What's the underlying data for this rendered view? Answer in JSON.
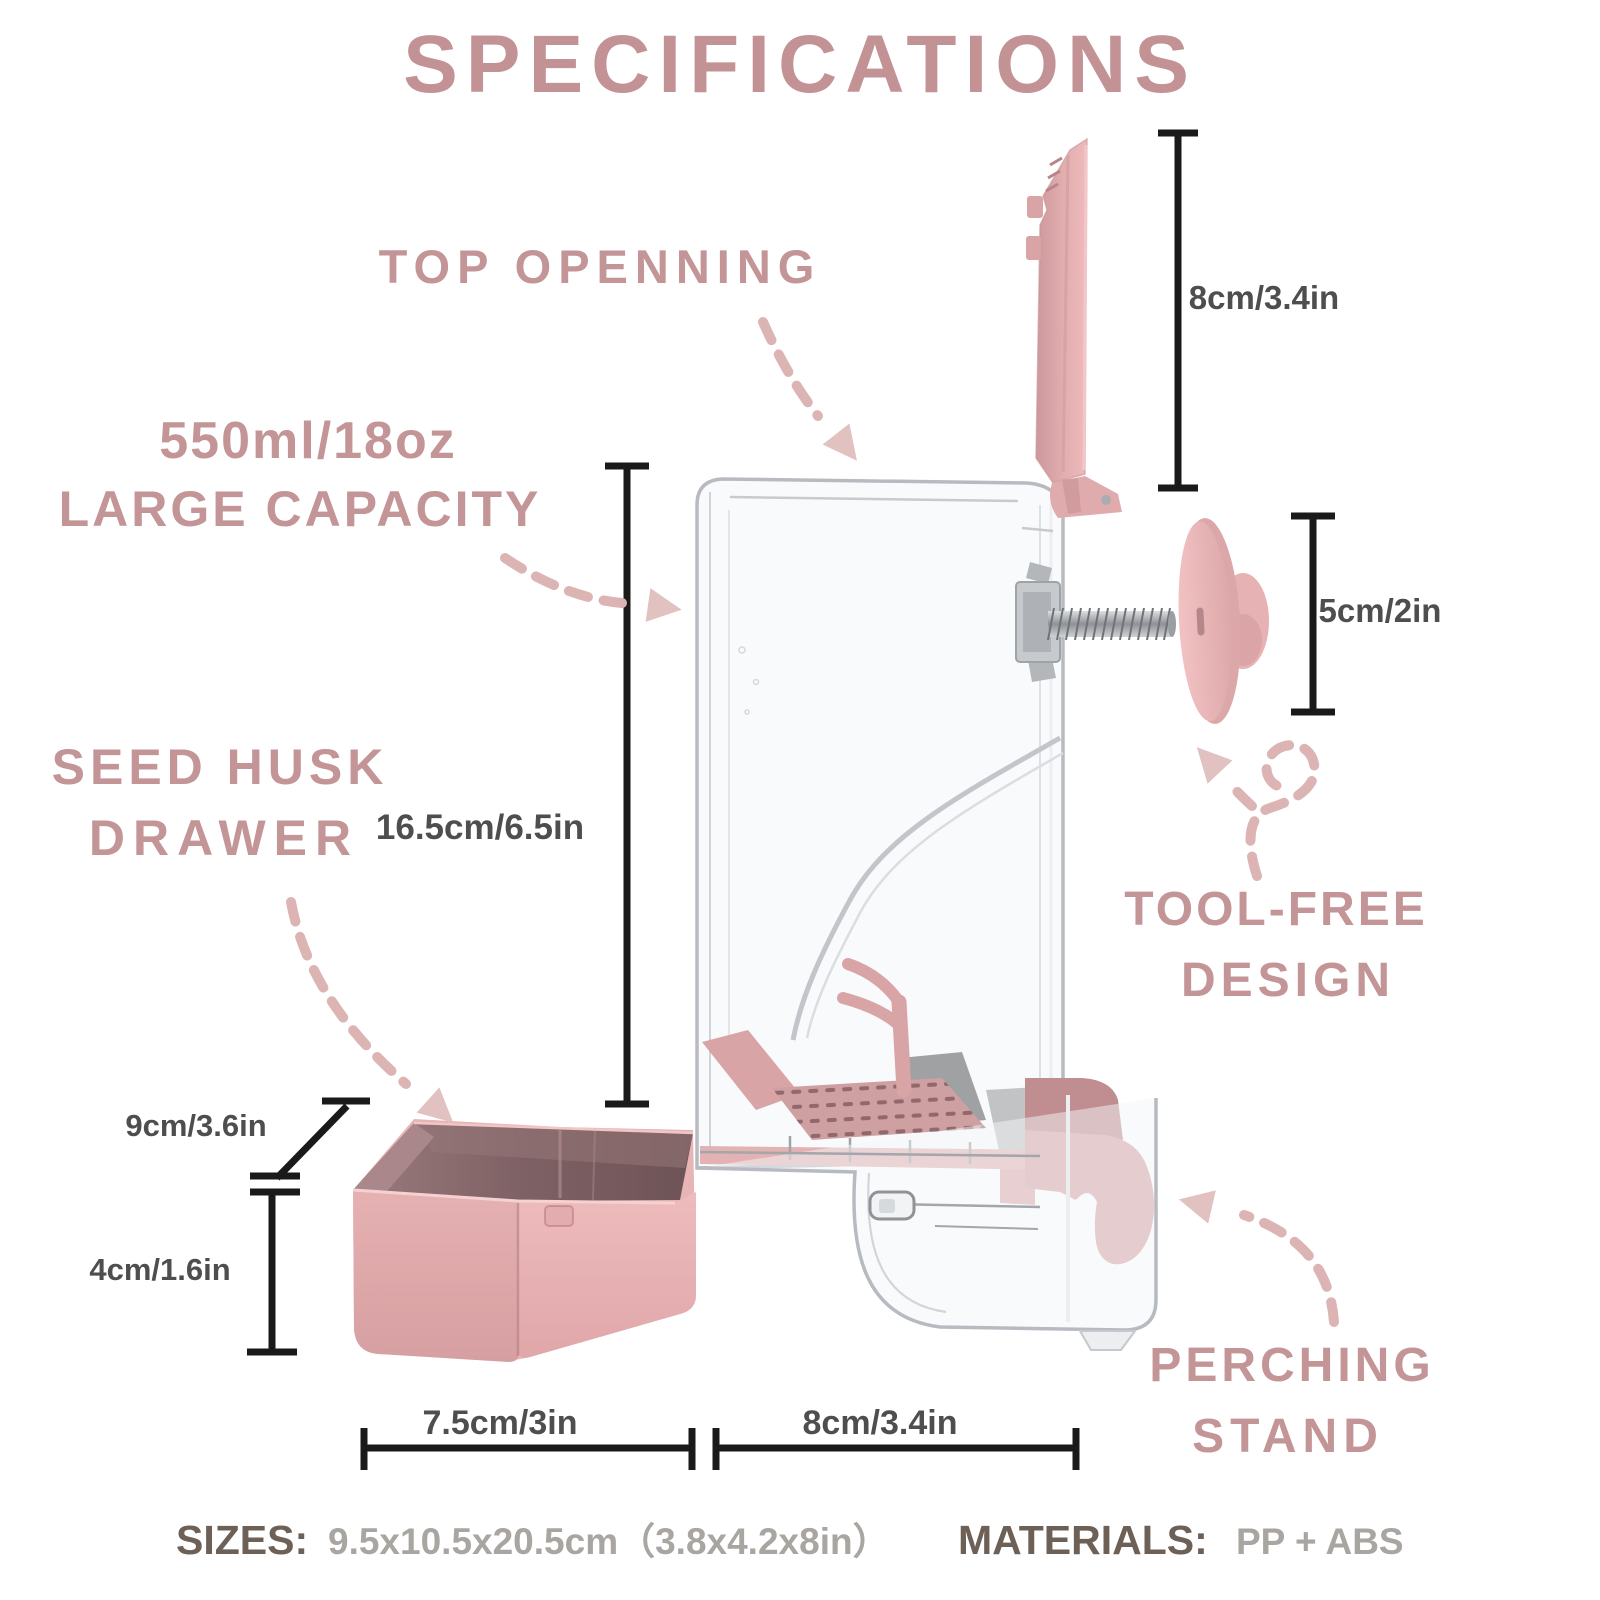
{
  "title": "SPECIFICATIONS",
  "annotations": {
    "top_opening": {
      "text": "TOP OPENNING"
    },
    "capacity": {
      "line1": "550ml/18oz",
      "line2": "LARGE CAPACITY"
    },
    "seed_husk_drawer": {
      "line1": "SEED HUSK",
      "line2": "DRAWER"
    },
    "tool_free": {
      "line1": "TOOL-FREE",
      "line2": "DESIGN"
    },
    "perching_stand": {
      "line1": "PERCHING",
      "line2": "STAND"
    }
  },
  "dimensions": {
    "lid_height": "8cm/3.4in",
    "knob_size": "5cm/2in",
    "body_height": "16.5cm/6.5in",
    "drawer_depth": "9cm/3.6in",
    "drawer_height": "4cm/1.6in",
    "drawer_width": "7.5cm/3in",
    "base_width": "8cm/3.4in"
  },
  "footer": {
    "sizes_label": "SIZES:",
    "sizes_value": "9.5x10.5x20.5cm（3.8x4.2x8in）",
    "materials_label": "MATERIALS:",
    "materials_value": "PP + ABS"
  },
  "colors": {
    "accent_pink": "#c39597",
    "arrow_pink": "#dcb4b4",
    "product_pink": "#e3aeb0",
    "product_pink_dark": "#c08e90",
    "dim_line": "#1a1a1a",
    "dim_text": "#4e4e4e",
    "footer_label": "#6d6157",
    "footer_value": "#a9a5a1",
    "background": "#ffffff"
  }
}
